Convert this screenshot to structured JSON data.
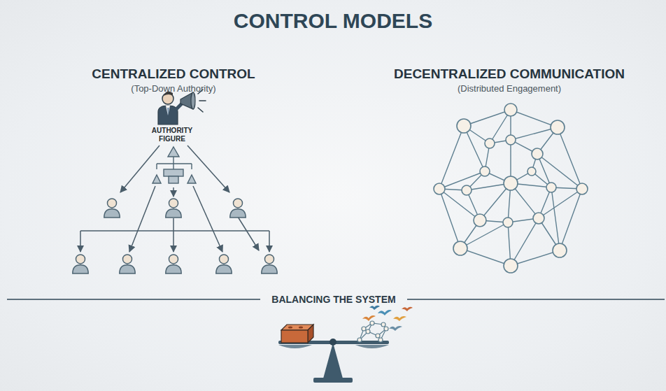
{
  "diagram": {
    "title": "CONTROL MODELS",
    "labels": [
      "CENTRALIZED CONTROL",
      "(Top-Down Authority)",
      "AUTHORITY FIGURE",
      "DECENTRALIZED COMMUNICATION",
      "(Distributed Engagement)",
      "BALANCING THE SYSTEM"
    ]
  }
}
